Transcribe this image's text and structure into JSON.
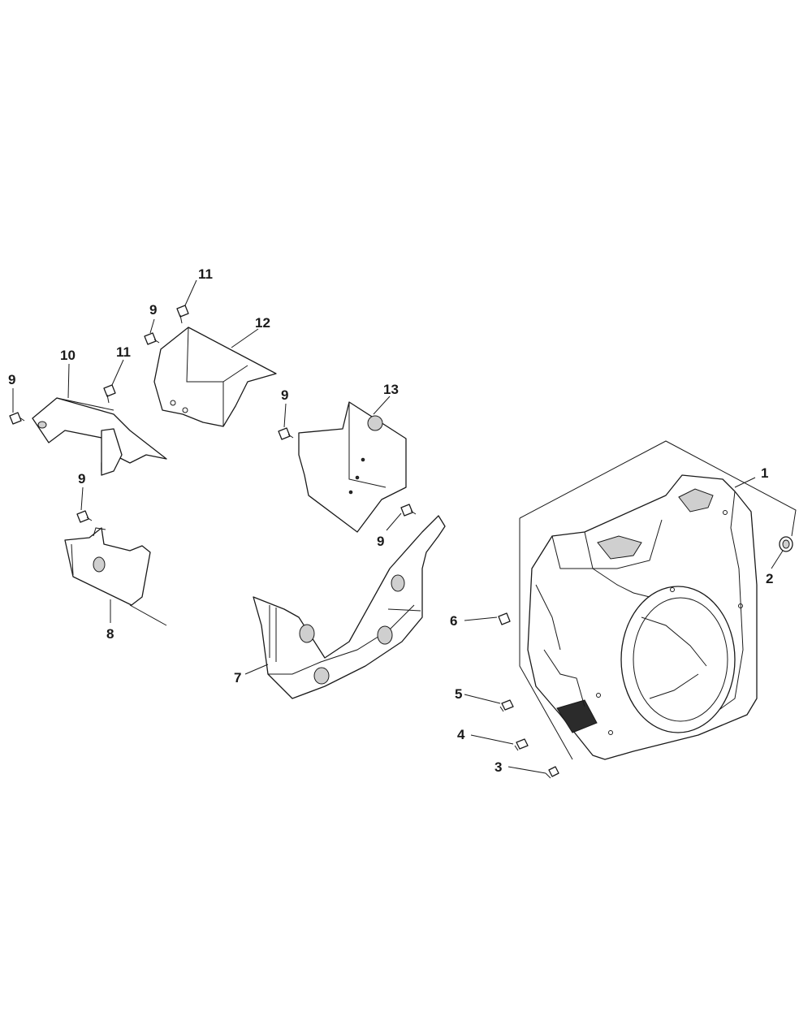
{
  "callouts": {
    "c1": "1",
    "c2": "2",
    "c3": "3",
    "c4": "4",
    "c5": "5",
    "c6": "6",
    "c7": "7",
    "c8": "8",
    "c9a": "9",
    "c9b": "9",
    "c9c": "9",
    "c9d": "9",
    "c9e": "9",
    "c10": "10",
    "c11a": "11",
    "c11b": "11",
    "c12": "12",
    "c13": "13"
  }
}
